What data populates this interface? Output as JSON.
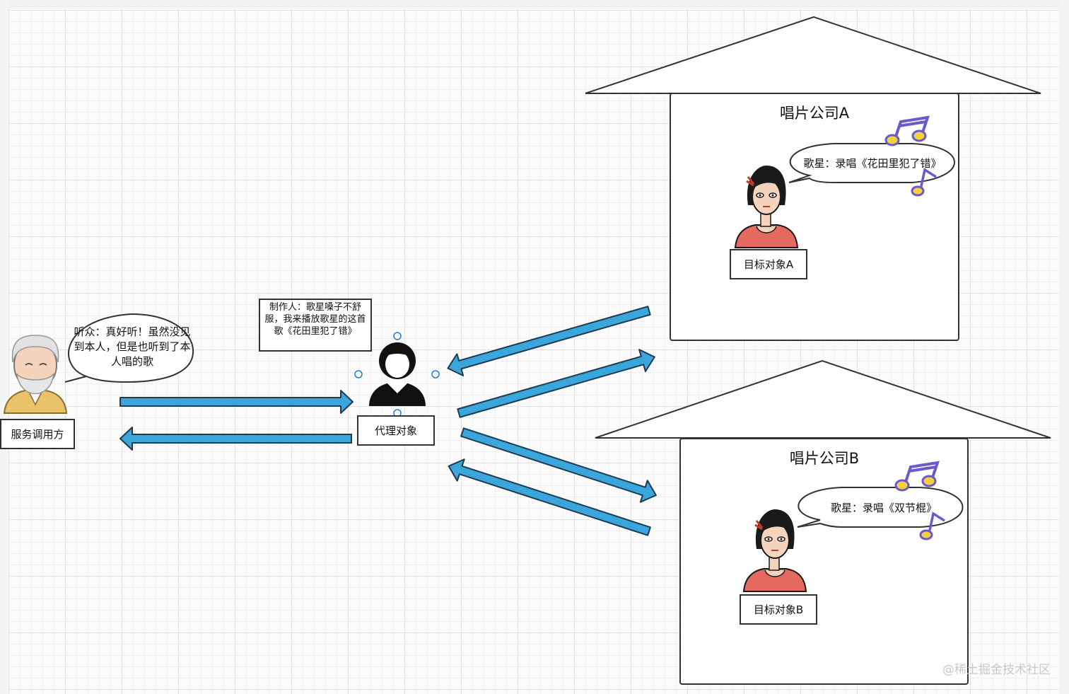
{
  "service_caller": {
    "label": "服务调用方",
    "speech": "听众：真好听！虽然没见到本人，但是也听到了本人唱的歌"
  },
  "proxy": {
    "label": "代理对象",
    "note": "制作人：歌星嗓子不舒服，我来播放歌星的这首歌《花田里犯了错》"
  },
  "company_a": {
    "title": "唱片公司A",
    "target_label": "目标对象A",
    "speech": "歌星：录唱《花田里犯了错》"
  },
  "company_b": {
    "title": "唱片公司B",
    "target_label": "目标对象B",
    "speech": "歌星：录唱《双节棍》"
  },
  "watermark": "@稀土掘金技术社区",
  "colors": {
    "arrow_fill": "#3aa6dc",
    "arrow_stroke": "#1f3b52",
    "music_note": "#6a5acd",
    "selection_handle": "#1e7fd6"
  },
  "icons": [
    "old-man-icon",
    "woman-silhouette-icon",
    "singer-woman-icon",
    "music-note-icon"
  ]
}
